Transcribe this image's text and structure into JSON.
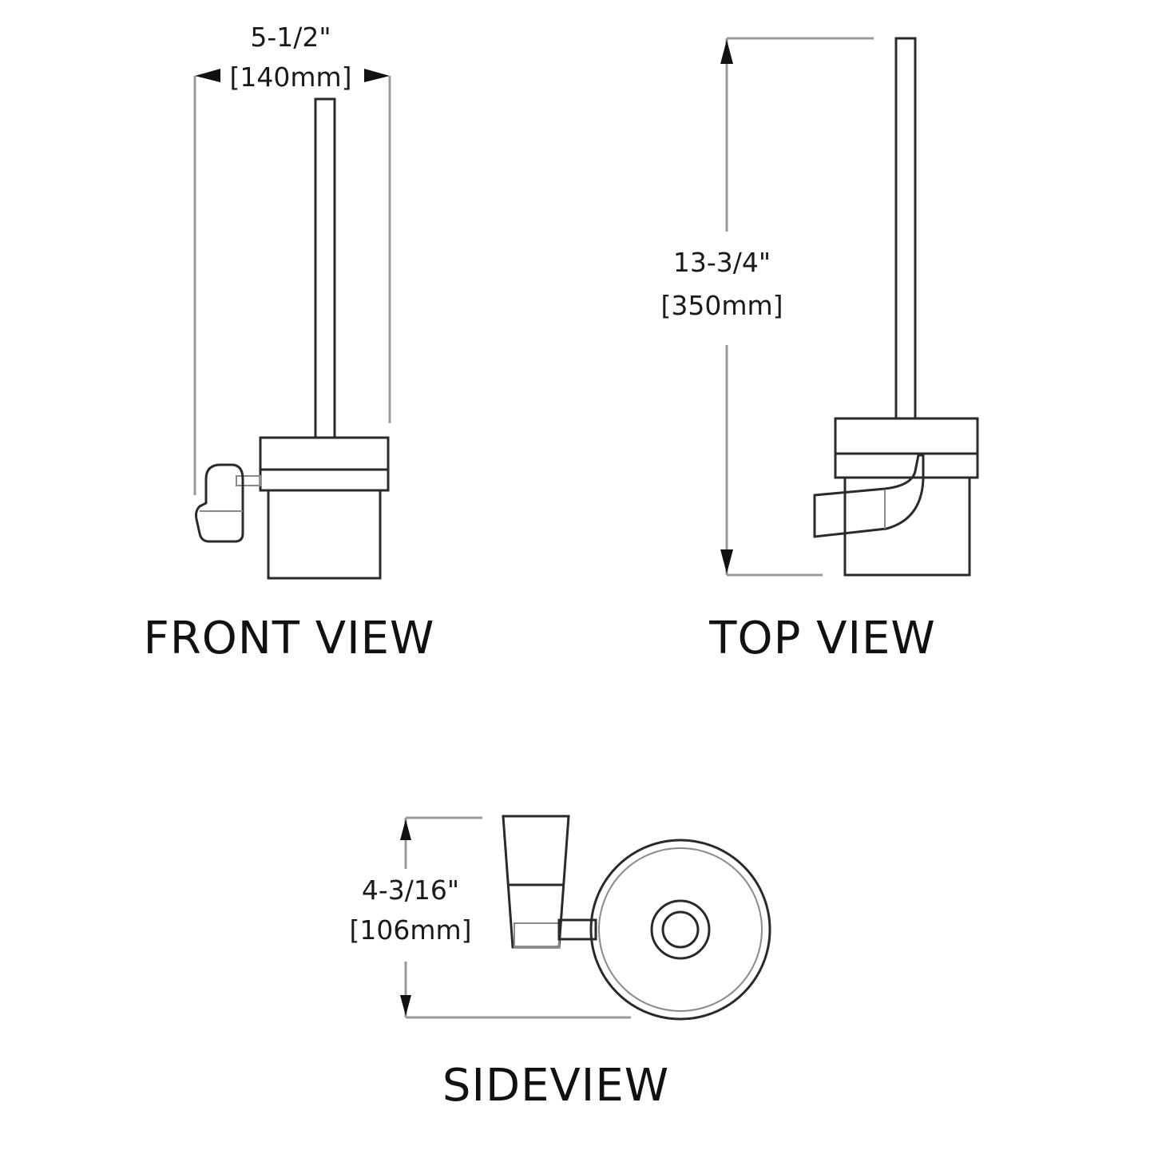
{
  "colors": {
    "background": "#ffffff",
    "outline": "#2a2a2a",
    "dimension_line": "#9a9a9a",
    "text": "#111111"
  },
  "views": {
    "front": {
      "title": "FRONT VIEW",
      "dimension": {
        "imperial": "5-1/2\"",
        "metric": "[140mm]"
      }
    },
    "top": {
      "title": "TOP VIEW",
      "dimension": {
        "imperial": "13-3/4\"",
        "metric": "[350mm]"
      }
    },
    "side": {
      "title": "SIDEVIEW",
      "dimension": {
        "imperial": "4-3/16\"",
        "metric": "[106mm]"
      }
    }
  }
}
